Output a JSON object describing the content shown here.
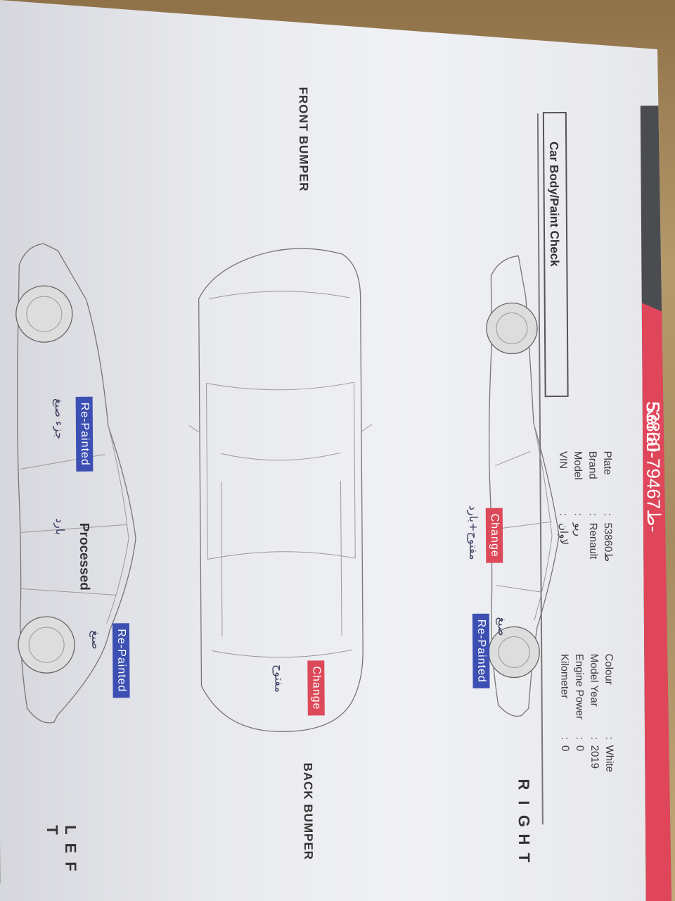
{
  "document": {
    "serial_label": "Serial Number :",
    "serial_number": "ط79467-53860-A1",
    "section_title": "Car Body/Paint Check",
    "front_label": "FRONT BUMPER",
    "back_label": "BACK BUMPER",
    "right_letters": [
      "R",
      "I",
      "G",
      "H",
      "T"
    ],
    "left_letters": [
      "L",
      "E",
      "F",
      "T"
    ]
  },
  "vehicle_info": {
    "left": [
      {
        "key": "Plate",
        "value": "ط53860"
      },
      {
        "key": "Brand",
        "value": "Renault"
      },
      {
        "key": "Model",
        "value": "ريو"
      },
      {
        "key": "VIN",
        "value": "لاوان"
      }
    ],
    "right": [
      {
        "key": "Colour",
        "value": "White"
      },
      {
        "key": "Model Year",
        "value": "2019"
      },
      {
        "key": "Engine Power",
        "value": "0"
      },
      {
        "key": "Kilometer",
        "value": "0"
      }
    ]
  },
  "annotations": {
    "right_change": "Change",
    "right_change_note": "مفتوح+بارد",
    "right_repainted": "Re-Painted",
    "right_repainted_note": "صبغ",
    "top_change": "Change",
    "top_change_note": "مفتوح",
    "left_repainted_front": "Re-Painted",
    "left_repainted_front_note": "جزء صبغ",
    "left_processed": "Processed",
    "left_processed_note": "بارد",
    "left_repainted_rear": "Re-Painted",
    "left_repainted_rear_note": "صبغ"
  },
  "colors": {
    "serial_band": "#e0465a",
    "change_badge": "#dc4a5a",
    "repainted_badge": "#3c4fb3",
    "header_band": "#4b4c50"
  }
}
